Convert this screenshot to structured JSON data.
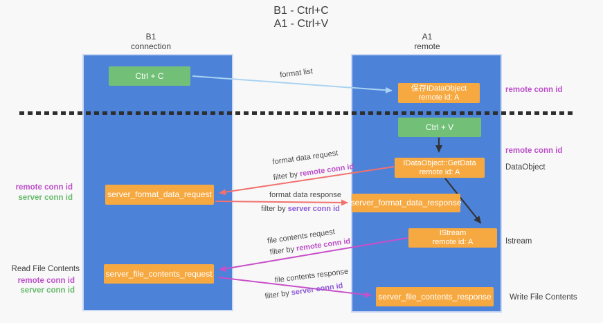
{
  "title": {
    "line1": "B1 - Ctrl+C",
    "line2": "A1 - Ctrl+V"
  },
  "lanes": {
    "left": {
      "name": "B1",
      "sub": "connection"
    },
    "right": {
      "name": "A1",
      "sub": "remote"
    }
  },
  "boxes": {
    "ctrl_c": "Ctrl + C",
    "ctrl_v": "Ctrl + V",
    "save_dataobject_line1": "保存IDataObject",
    "save_dataobject_line2": "remote id: A",
    "getdata_line1": "IDataObject::GetData",
    "getdata_line2": "remote id: A",
    "istream_line1": "IStream",
    "istream_line2": "remote id: A",
    "format_request": "server_format_data_request",
    "format_response": "server_format_data_response",
    "file_request": "server_file_contents_request",
    "file_response": "server_file_contents_response"
  },
  "flow_labels": {
    "format_list": "format list",
    "format_data_request": "format data request",
    "format_data_response": "format data response",
    "file_contents_request": "file contents request",
    "file_contents_response": "file contents response",
    "filter_by": "filter by",
    "remote_conn_id": "remote conn id",
    "server_conn_id": "server conn id"
  },
  "side_labels": {
    "remote_conn_id": "remote conn id",
    "server_conn_id": "server conn id",
    "dataobject": "DataObject",
    "istream": "Istream",
    "read_file_contents": "Read File Contents",
    "write_file_contents": "Write File Contents"
  },
  "colors": {
    "lane_blue": "#4d82d9",
    "box_green": "#72c077",
    "box_orange": "#f7a941",
    "arrow_lightblue": "#a9d3f2",
    "arrow_salmon": "#f1716e",
    "arrow_magenta": "#c94fc9",
    "arrow_black": "#333333",
    "label_magenta": "#bb4fc8",
    "label_violet": "#8e5bd8",
    "label_green": "#67ba6b",
    "dashed_divider": "#2e2e2e"
  }
}
